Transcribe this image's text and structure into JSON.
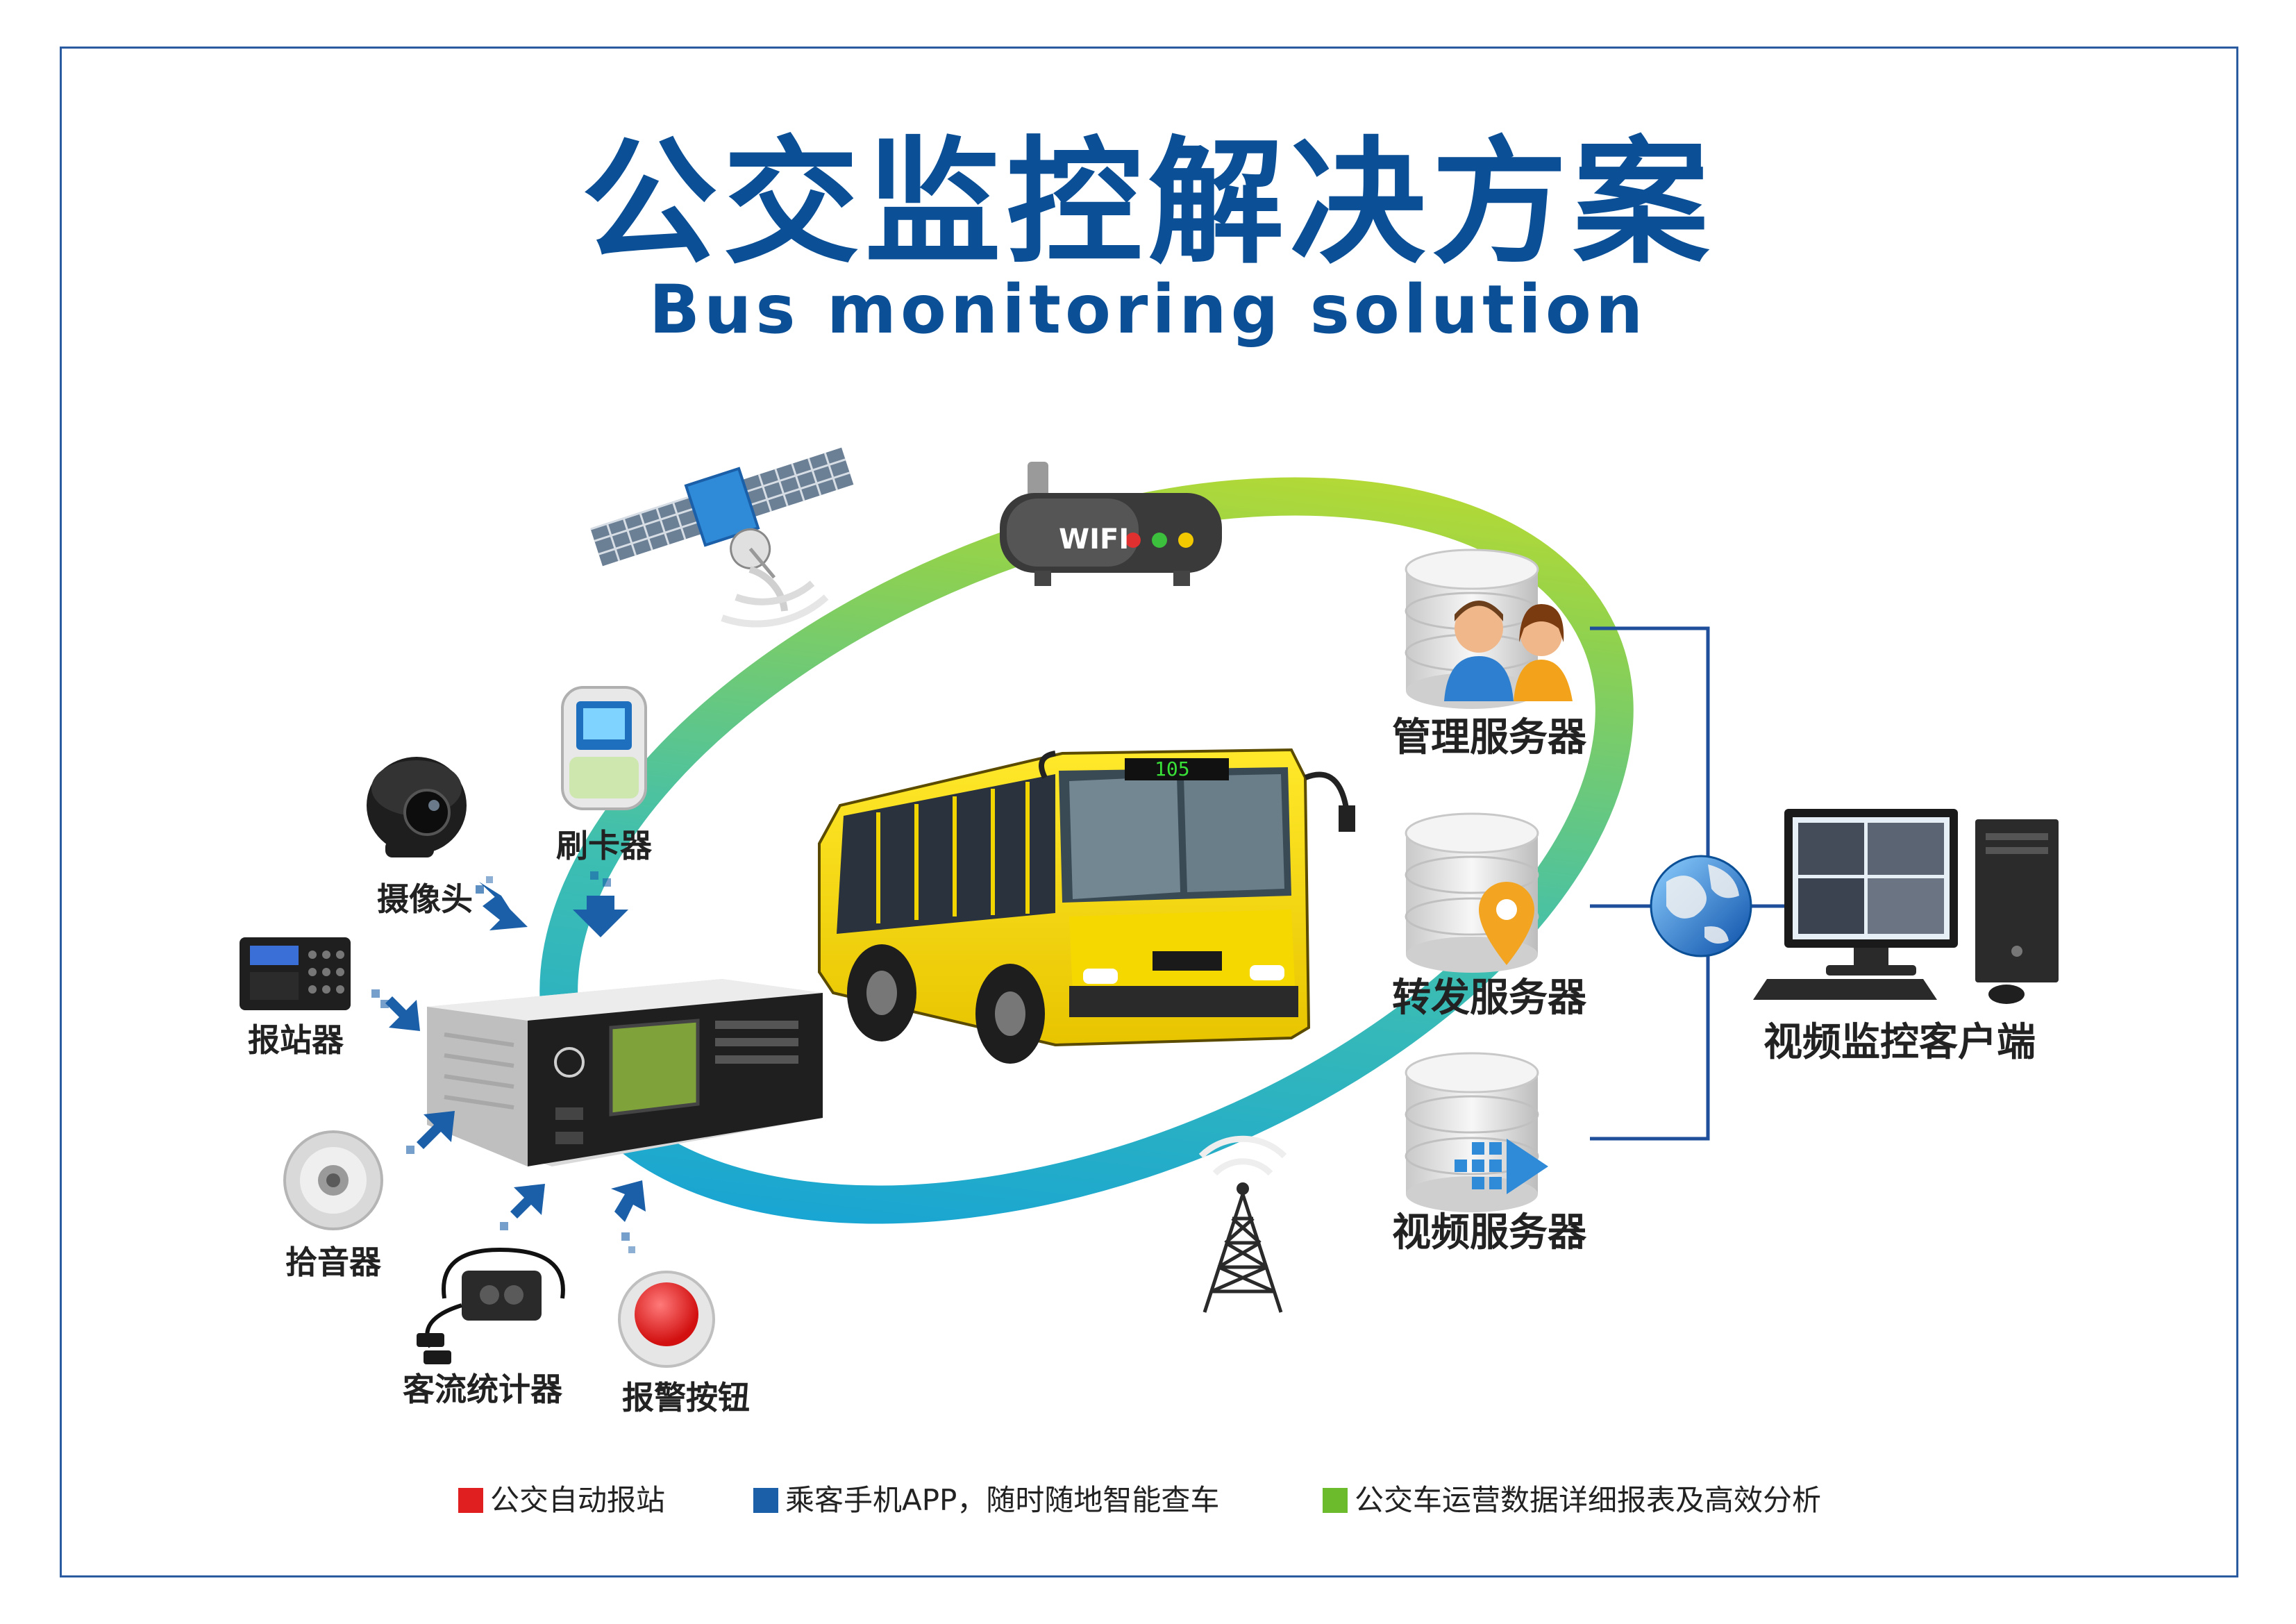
{
  "title": {
    "cn": "公交监控解决方案",
    "en": "Bus monitoring solution"
  },
  "devices": {
    "card_reader": "刷卡器",
    "camera": "摄像头",
    "station_announcer": "报站器",
    "microphone": "拾音器",
    "passenger_counter": "客流统计器",
    "alarm_button": "报警按钮"
  },
  "network": {
    "wifi": "WIFI",
    "bus_route": "105"
  },
  "servers": {
    "management": "管理服务器",
    "forwarding": "转发服务器",
    "video": "视频服务器"
  },
  "client": {
    "label": "视频监控客户端"
  },
  "legend": [
    {
      "text": "公交自动报站",
      "color": "#e02020"
    },
    {
      "text": "乘客手机APP，随时随地智能查车",
      "color": "#1a5fa8"
    },
    {
      "text": "公交车运营数据详细报表及高效分析",
      "color": "#6cbb2c"
    }
  ]
}
